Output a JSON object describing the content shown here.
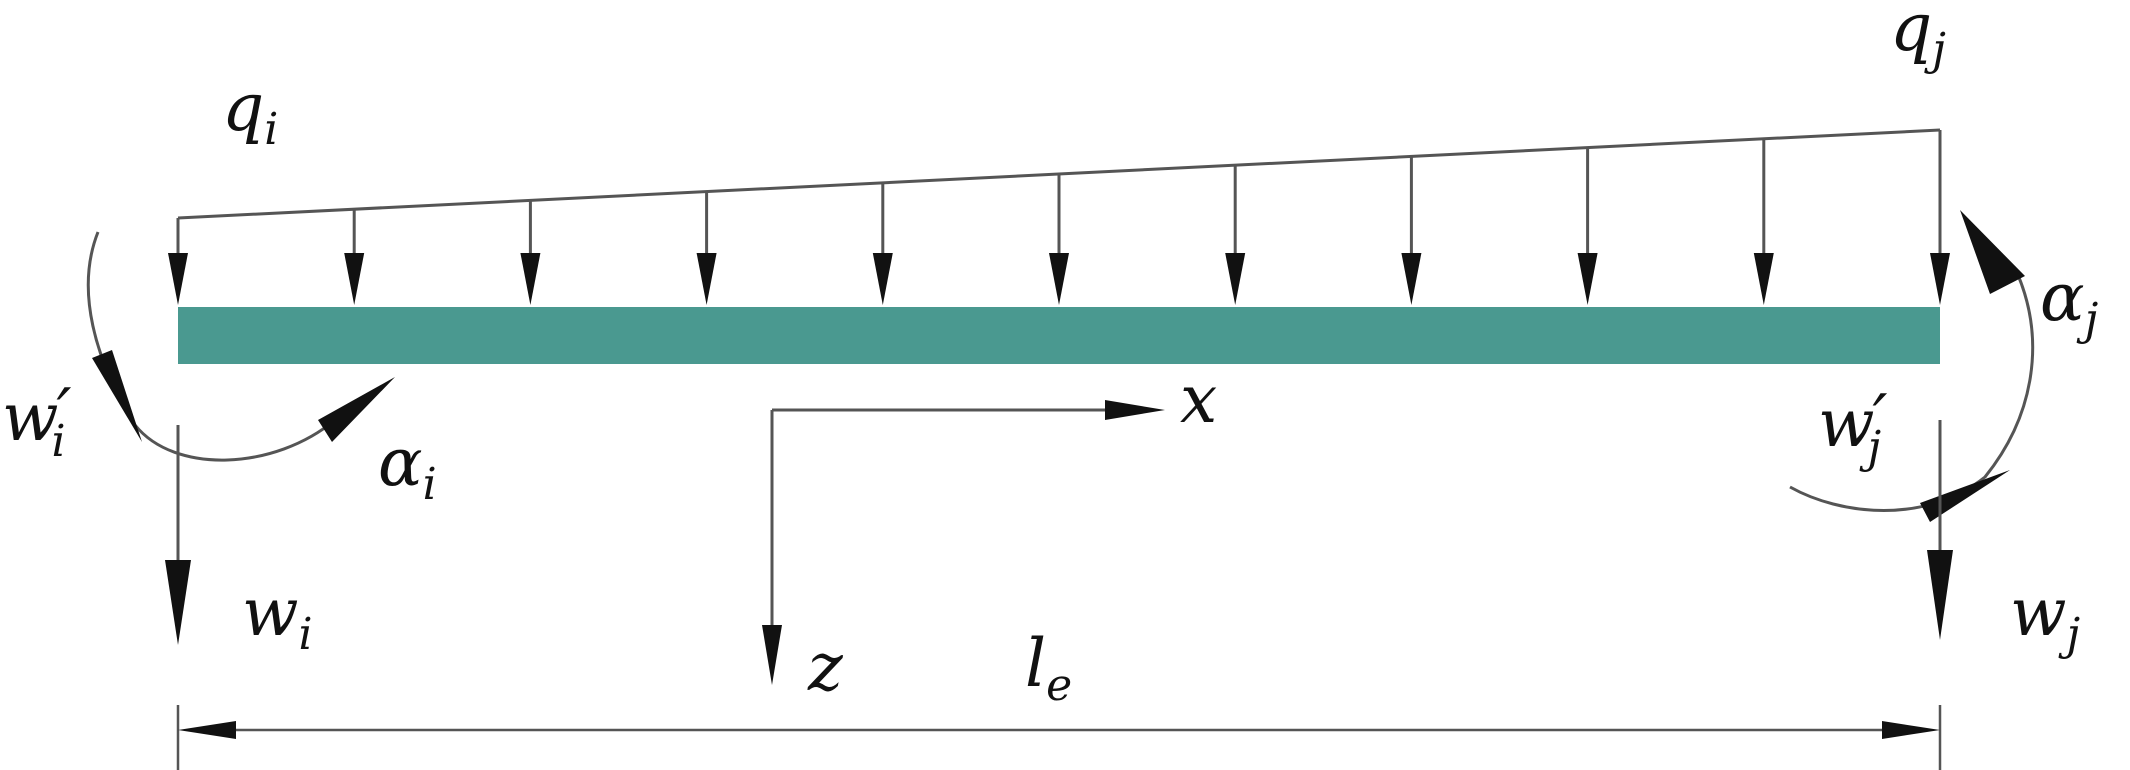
{
  "diagram": {
    "colors": {
      "beam": "#4a9990",
      "line": "#555555",
      "arrowhead": "#111111",
      "text": "#111111"
    },
    "load_arrow_count": 11,
    "labels": {
      "q_i": {
        "base": "q",
        "sub": "i"
      },
      "q_j": {
        "base": "q",
        "sub": "j"
      },
      "alpha_i": {
        "base": "α",
        "sub": "i"
      },
      "alpha_j": {
        "base": "α",
        "sub": "j"
      },
      "wprime_i": {
        "base": "w",
        "prime": "′",
        "sub": "i"
      },
      "wprime_j": {
        "base": "w",
        "prime": "′",
        "sub": "j"
      },
      "w_i": {
        "base": "w",
        "sub": "i"
      },
      "w_j": {
        "base": "w",
        "sub": "j"
      },
      "x_axis": "x",
      "z_axis": "z",
      "length": {
        "base": "l",
        "sub": "e"
      }
    }
  }
}
